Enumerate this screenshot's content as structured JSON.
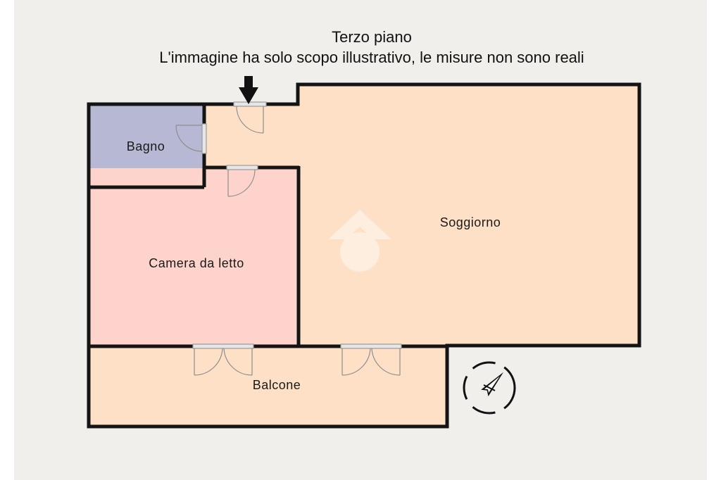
{
  "header": {
    "title": "Terzo piano",
    "disclaimer": "L'immagine ha solo scopo illustrativo, le misure non sono reali"
  },
  "rooms": {
    "bagno": "Bagno",
    "camera": "Camera da letto",
    "soggiorno": "Soggiorno",
    "balcone": "Balcone"
  },
  "colors": {
    "bagno": "#b7b9d4",
    "camera": "#fed3cb",
    "soggiorno": "#fde0c5",
    "balcone": "#fde0c5",
    "wall": "#141414",
    "background": "#f1efec"
  },
  "icons": {
    "entrance": "down-arrow-icon",
    "compass": "compass-icon",
    "watermark": "house-logo-icon"
  }
}
